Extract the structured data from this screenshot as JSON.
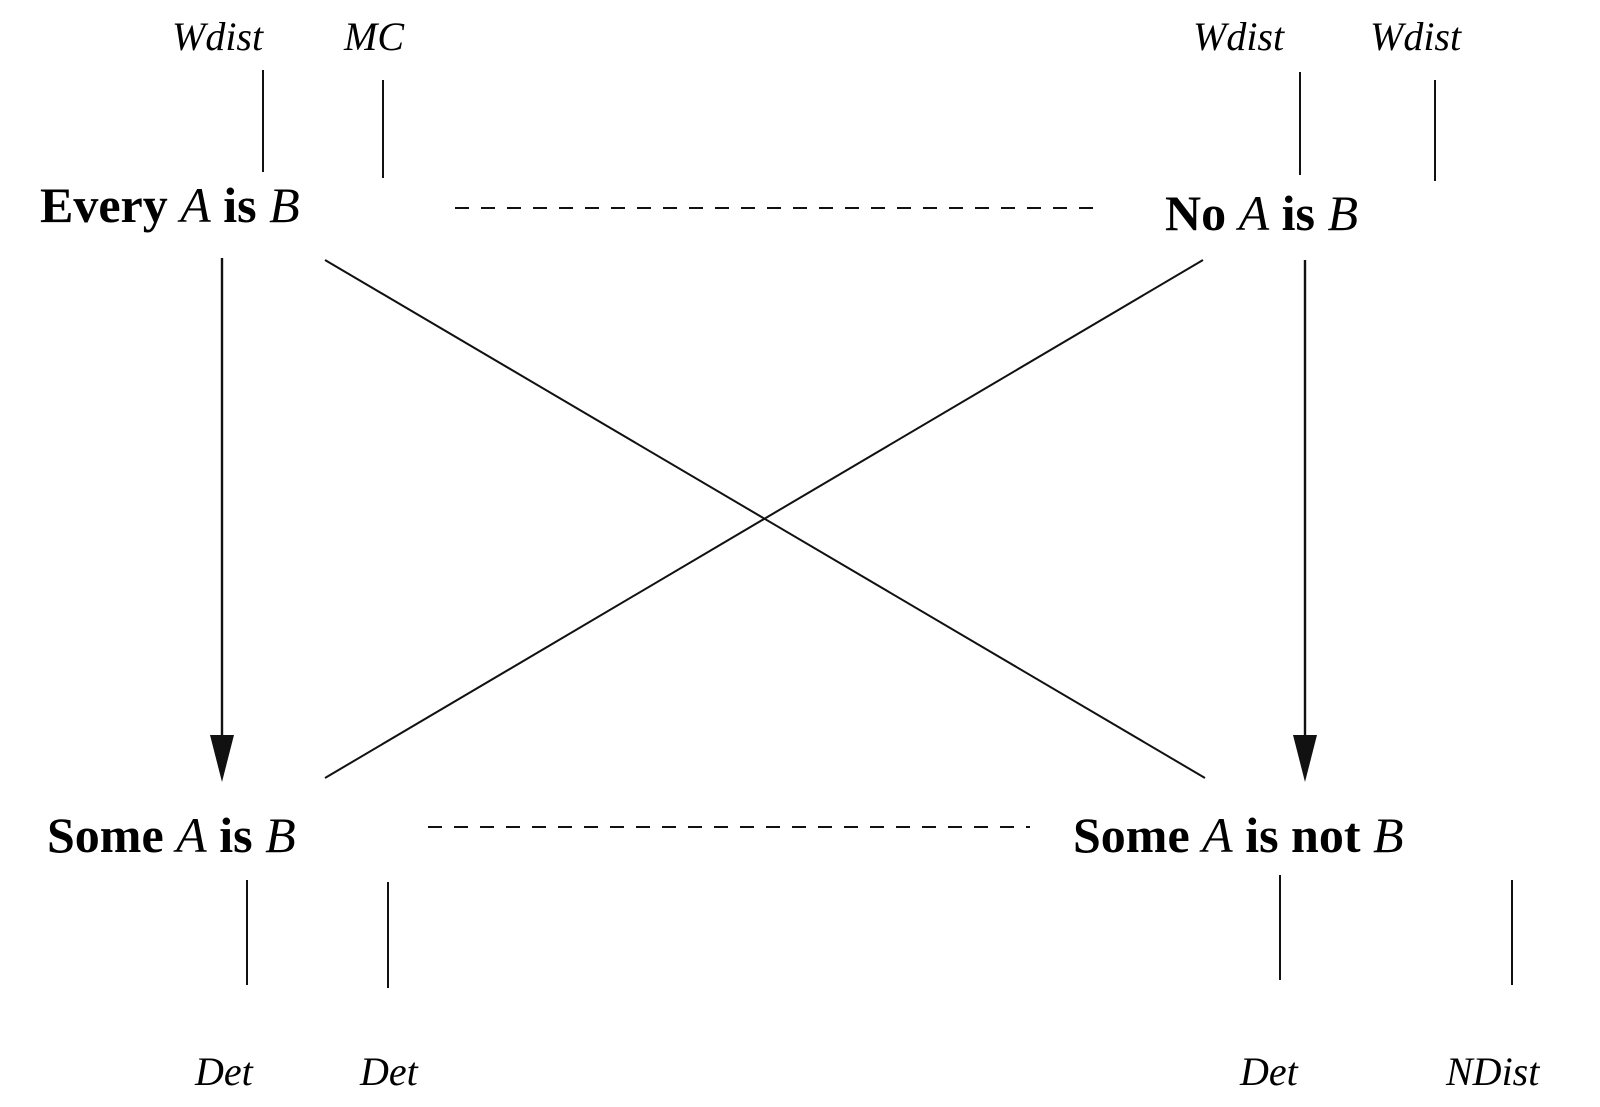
{
  "propositions": {
    "every": {
      "quantifier": "Every",
      "subject": "A",
      "copula": "is",
      "predicate": "B"
    },
    "no": {
      "quantifier": "No",
      "subject": "A",
      "copula": "is",
      "predicate": "B"
    },
    "some": {
      "quantifier": "Some",
      "subject": "A",
      "copula": "is",
      "predicate": "B"
    },
    "some_not": {
      "quantifier": "Some",
      "subject": "A",
      "copula": "is not",
      "predicate": "B"
    }
  },
  "annotations": {
    "every_subject": "Wdist",
    "every_predicate": "MC",
    "no_subject": "Wdist",
    "no_predicate": "Wdist",
    "some_subject": "Det",
    "some_predicate": "Det",
    "some_not_subject": "Det",
    "some_not_predicate": "NDist"
  }
}
